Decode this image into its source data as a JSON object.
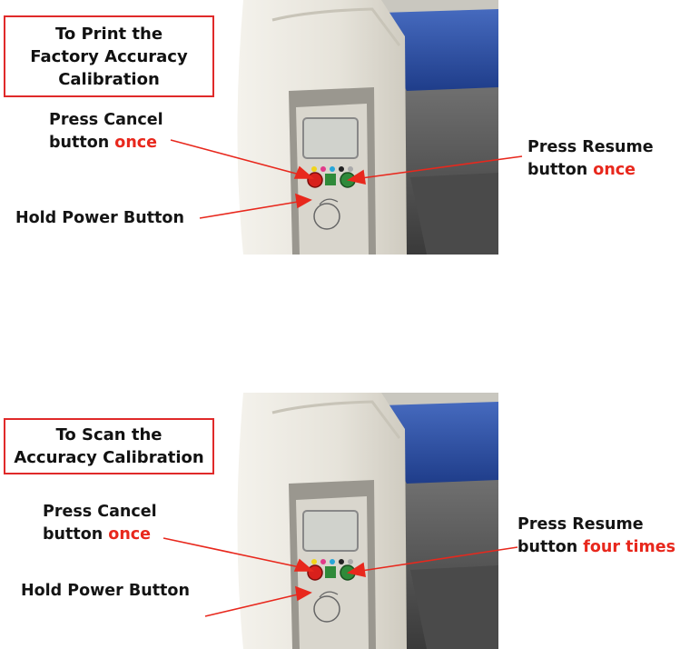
{
  "panels": [
    {
      "title_lines": [
        "To Print the",
        "Factory Accuracy",
        "Calibration"
      ],
      "cancel_label": {
        "line1": "Press Cancel",
        "line2_prefix": "button",
        "line2_emphasis": "once"
      },
      "resume_label": {
        "line1": "Press Resume",
        "line2_prefix": "button",
        "line2_emphasis": "once"
      },
      "power_label": "Hold Power Button"
    },
    {
      "title_lines": [
        "To Scan the",
        "Accuracy Calibration"
      ],
      "cancel_label": {
        "line1": "Press Cancel",
        "line2_prefix": "button",
        "line2_emphasis": "once"
      },
      "resume_label": {
        "line1": "Press Resume",
        "line2_prefix": "button",
        "line2_emphasis": "four times"
      },
      "power_label": "Hold Power Button"
    }
  ],
  "colors": {
    "accent": "#e8281d",
    "printer_blue": "#2c4fa6",
    "printer_body": "#e9e6dd",
    "cancel_button": "#d8201c",
    "resume_button": "#2f8a3a"
  }
}
